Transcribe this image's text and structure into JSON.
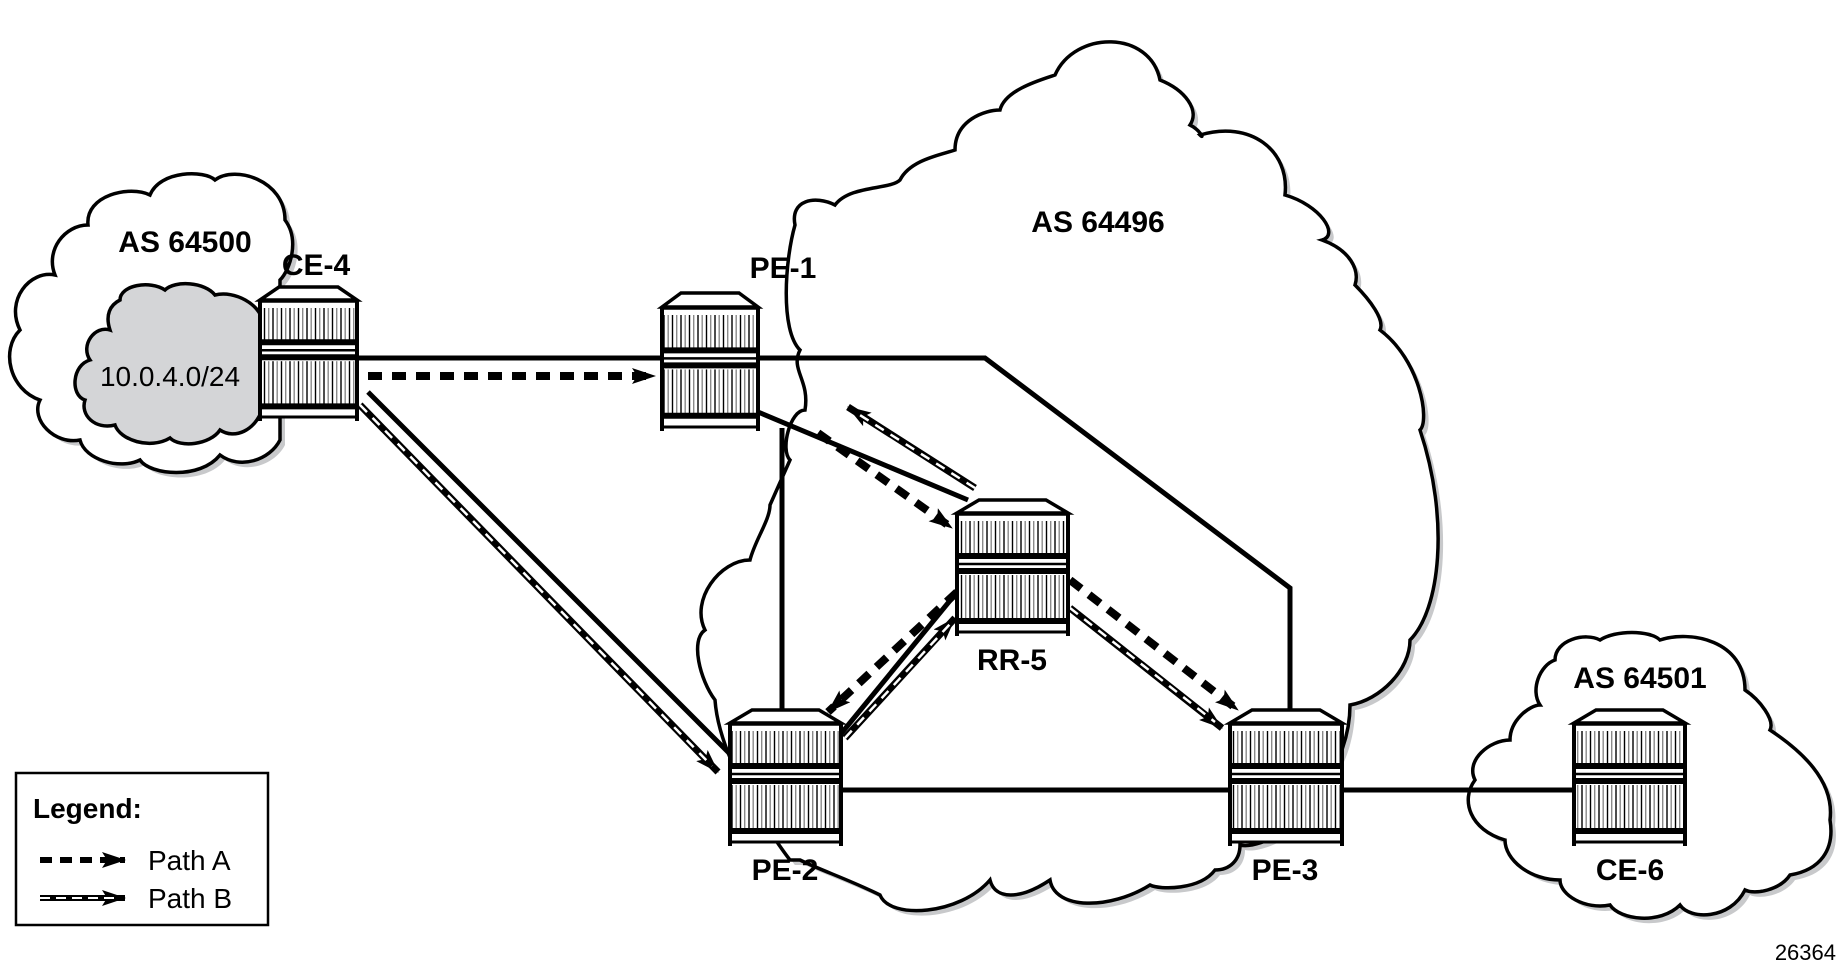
{
  "diagram": {
    "clouds": [
      {
        "id": "as64500",
        "label": "AS 64500"
      },
      {
        "id": "prefix",
        "label": "10.0.4.0/24"
      },
      {
        "id": "as64496",
        "label": "AS 64496"
      },
      {
        "id": "as64501",
        "label": "AS 64501"
      }
    ],
    "nodes": [
      {
        "id": "ce4",
        "label": "CE-4"
      },
      {
        "id": "pe1",
        "label": "PE-1"
      },
      {
        "id": "rr5",
        "label": "RR-5"
      },
      {
        "id": "pe2",
        "label": "PE-2"
      },
      {
        "id": "pe3",
        "label": "PE-3"
      },
      {
        "id": "ce6",
        "label": "CE-6"
      }
    ],
    "links": [
      {
        "from": "CE-4",
        "to": "PE-1"
      },
      {
        "from": "CE-4",
        "to": "PE-2"
      },
      {
        "from": "PE-1",
        "to": "PE-2"
      },
      {
        "from": "PE-1",
        "to": "RR-5"
      },
      {
        "from": "PE-1",
        "to": "PE-3"
      },
      {
        "from": "RR-5",
        "to": "PE-2"
      },
      {
        "from": "PE-2",
        "to": "PE-3"
      },
      {
        "from": "PE-3",
        "to": "CE-6"
      }
    ],
    "paths": [
      {
        "name": "Path A",
        "hops": [
          "CE-4 -> PE-1",
          "PE-1 -> RR-5",
          "RR-5 -> PE-2",
          "RR-5 -> PE-3"
        ]
      },
      {
        "name": "Path B",
        "hops": [
          "CE-4 -> PE-2",
          "PE-2 -> RR-5",
          "RR-5 -> PE-1",
          "RR-5 -> PE-3"
        ]
      }
    ],
    "legend": {
      "title": "Legend:",
      "items": [
        {
          "label": "Path A",
          "style": "dashed-arrow"
        },
        {
          "label": "Path B",
          "style": "double-line-arrow"
        }
      ]
    },
    "figure_id": "26364",
    "colors": {
      "line": "#000000",
      "prefix_cloud_fill": "#d4d5d7",
      "cloud_shadow": "#c8c9cb",
      "router_stripe": "#8a8a8a"
    }
  }
}
